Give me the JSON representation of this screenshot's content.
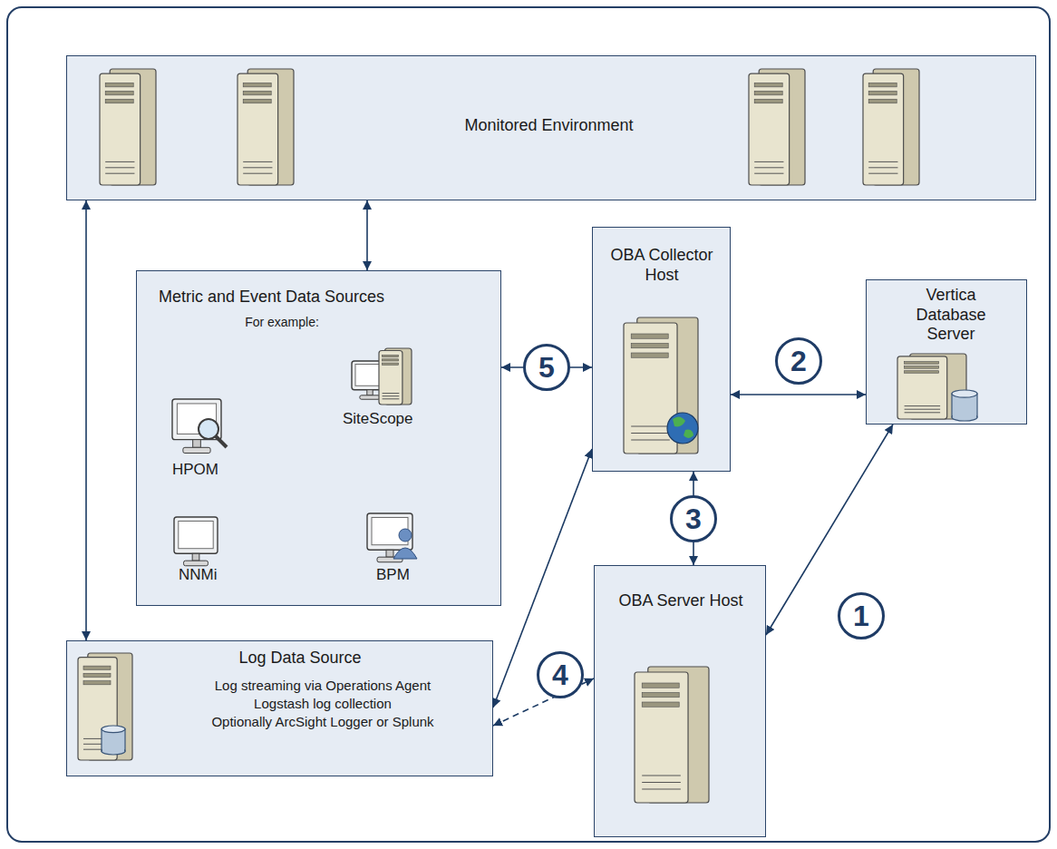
{
  "diagram": {
    "nodes": [
      {
        "text": [
          "Monitored Environment"
        ]
      },
      {
        "text": [
          "Metric and Event Data Sources",
          "For example:"
        ]
      },
      {
        "text": [
          "OBA Collector Host"
        ]
      },
      {
        "text": [
          "Vertica Database Server"
        ]
      },
      {
        "text": [
          "OBA Server Host"
        ]
      },
      {
        "text": [
          "Log Data Source",
          "Log streaming via Operations Agent",
          "Logstash log collection",
          "Optionally ArcSight Logger or Splunk"
        ]
      }
    ],
    "edges": [
      {
        "from": 0,
        "to": 1,
        "arrow": "both"
      },
      {
        "from": 0,
        "to": 5,
        "arrow": "both"
      },
      {
        "from": 1,
        "to": 2,
        "arrow": "both",
        "label": "5"
      },
      {
        "from": 2,
        "to": 3,
        "arrow": "both",
        "label": "2"
      },
      {
        "from": 2,
        "to": 4,
        "arrow": "both",
        "label": "3"
      },
      {
        "from": 4,
        "to": 3,
        "arrow": "both",
        "label": "1"
      },
      {
        "from": 5,
        "to": 2,
        "arrow": "both"
      },
      {
        "from": 5,
        "to": 4,
        "arrow": "both",
        "label": "4"
      }
    ],
    "labels": [
      "HPOM",
      "SiteScope",
      "NNMi",
      "BPM"
    ]
  }
}
